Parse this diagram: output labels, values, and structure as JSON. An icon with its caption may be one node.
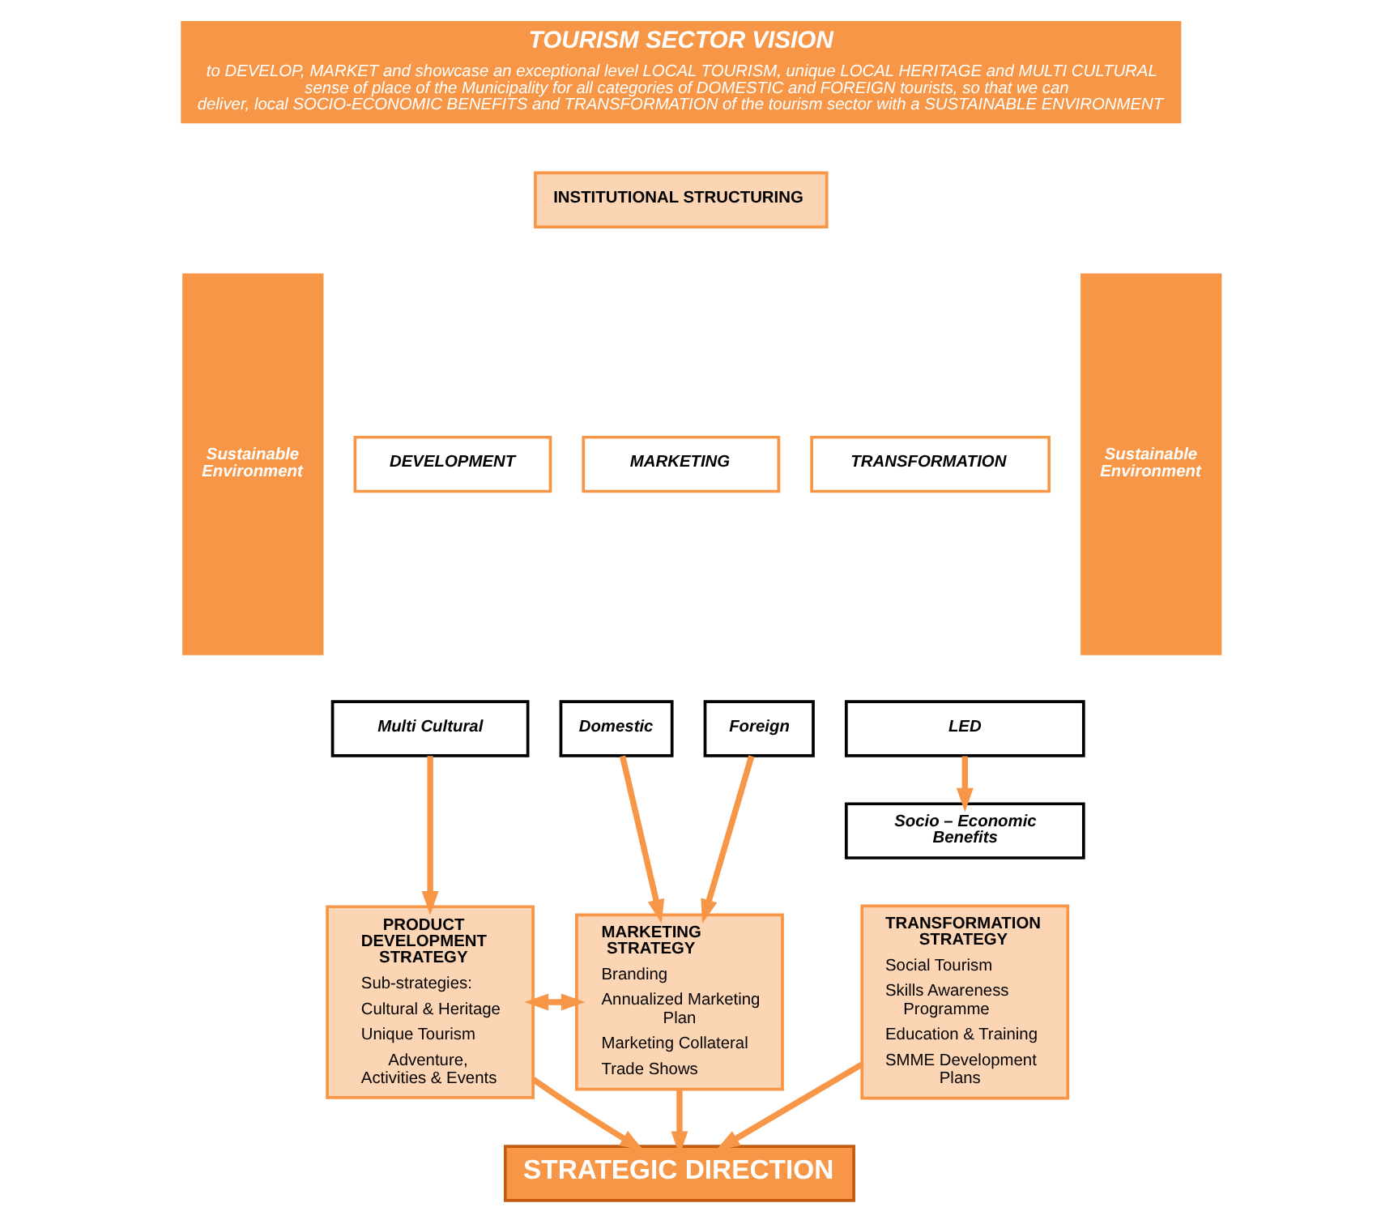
{
  "diagram": {
    "nodes": [
      {
        "text": [
          "TOURISM SECTOR VISION",
          "to DEVELOP, MARKET and showcase an exceptional level LOCAL TOURISM, unique LOCAL HERITAGE and MULTI CULTURAL sense of place of the Municipality for all categories of DOMESTIC and FOREIGN tourists, so that we can deliver, local SOCIO-ECONOMIC BENEFITS and TRANSFORMATION of the tourism sector with a SUSTAINABLE ENVIRONMENT"
        ]
      },
      {
        "text": [
          "INSTITUTIONAL STRUCTURING"
        ]
      },
      {
        "text": [
          "Sustainable Environment"
        ]
      },
      {
        "text": [
          "DEVELOPMENT"
        ]
      },
      {
        "text": [
          "MARKETING"
        ]
      },
      {
        "text": [
          "TRANSFORMATION"
        ]
      },
      {
        "text": [
          "Sustainable Environment"
        ]
      },
      {
        "text": [
          "Multi Cultural"
        ]
      },
      {
        "text": [
          "Domestic"
        ]
      },
      {
        "text": [
          "Foreign"
        ]
      },
      {
        "text": [
          "LED"
        ]
      },
      {
        "text": [
          "Socio – Economic Benefits"
        ]
      },
      {
        "text": [
          "PRODUCT DEVELOPMENT STRATEGY",
          "Sub-strategies:",
          "Cultural & Heritage",
          "Unique Tourism",
          "Adventure, Activities & Events"
        ]
      },
      {
        "text": [
          "MARKETING STRATEGY",
          "Branding",
          "Annualized Marketing Plan",
          "Marketing Collateral",
          "Trade Shows"
        ]
      },
      {
        "text": [
          "TRANSFORMATION STRATEGY",
          "Social Tourism",
          "Skills Awareness Programme",
          "Education & Training",
          "SMME Development Plans"
        ]
      },
      {
        "text": [
          "STRATEGIC DIRECTION"
        ]
      }
    ],
    "edges": [
      {
        "from": 7,
        "to": 12,
        "arrow": "to"
      },
      {
        "from": 8,
        "to": 13,
        "arrow": "to"
      },
      {
        "from": 9,
        "to": 13,
        "arrow": "to"
      },
      {
        "from": 10,
        "to": 11,
        "arrow": "to"
      },
      {
        "from": 12,
        "to": 13,
        "arrow": "both"
      },
      {
        "from": 12,
        "to": 15,
        "arrow": "to"
      },
      {
        "from": 13,
        "to": 15,
        "arrow": "to"
      },
      {
        "from": 14,
        "to": 15,
        "arrow": "to"
      }
    ]
  }
}
